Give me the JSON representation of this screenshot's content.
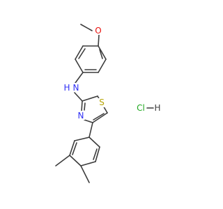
{
  "molecule": {
    "atoms": {
      "methoxy_o": {
        "text": "O",
        "color": "#e8100c"
      },
      "amine_n": {
        "text": "N",
        "color": "#2f2ff5"
      },
      "amine_h": {
        "text": "H",
        "color": "#2f2ff5"
      },
      "thiazole_s": {
        "text": "S",
        "color": "#b5a300"
      },
      "thiazole_n": {
        "text": "N",
        "color": "#2f2ff5"
      }
    },
    "salt": {
      "cl": {
        "text": "Cl",
        "color": "#1fa81f"
      },
      "h": {
        "text": "H",
        "color": "#3c3c3c"
      }
    }
  }
}
